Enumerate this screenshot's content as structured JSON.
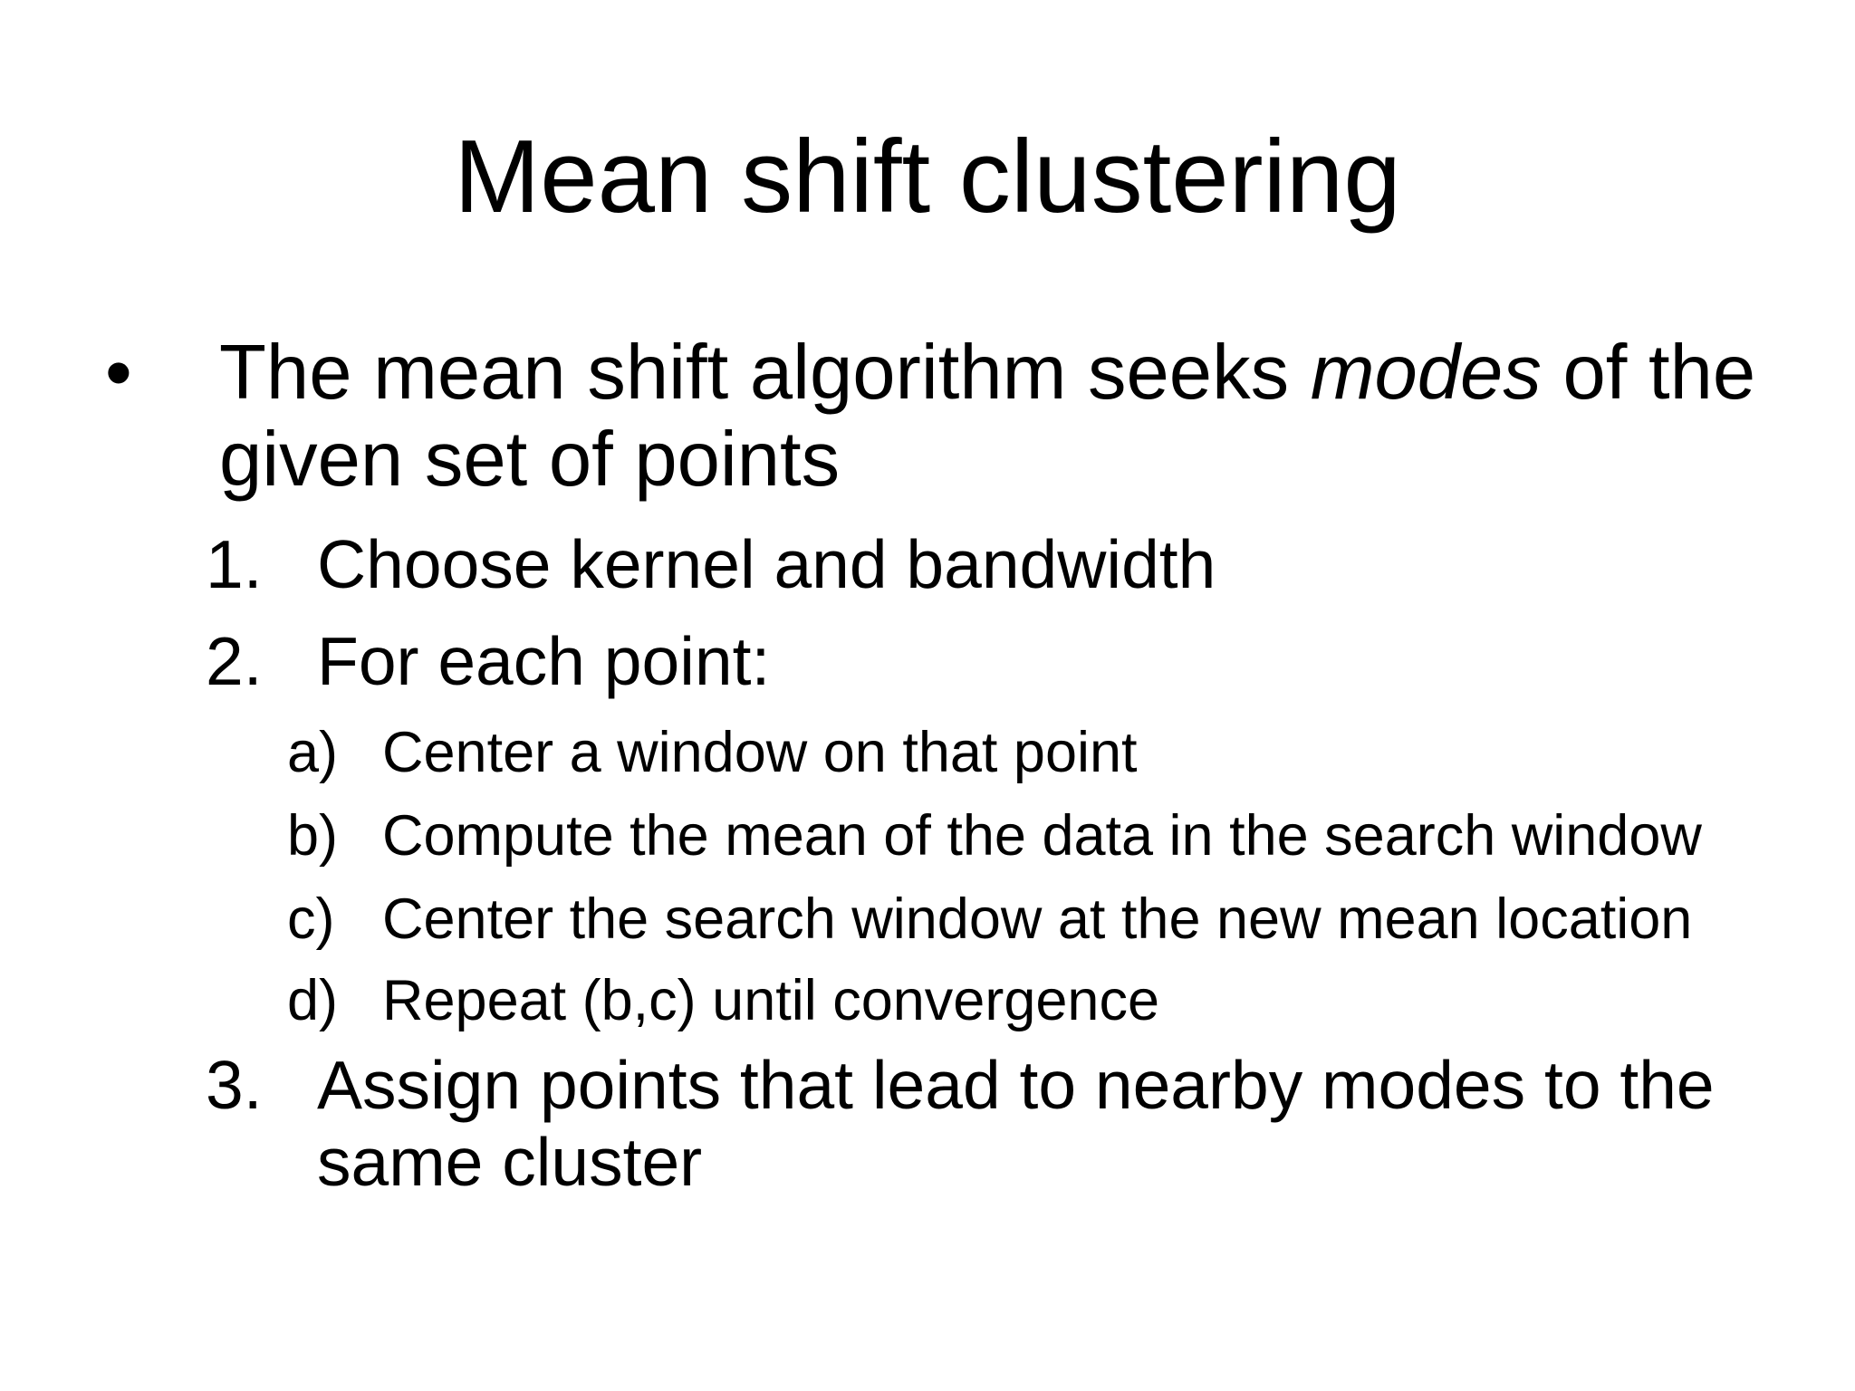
{
  "slide": {
    "title": "Mean shift clustering",
    "colors": {
      "background": "#ffffff",
      "text": "#000000"
    },
    "bullet": {
      "marker": "•",
      "line1": {
        "pre": "The mean shift algorithm seeks ",
        "italic": "modes",
        "post": " of the"
      },
      "line2": "given set of points"
    },
    "steps": [
      {
        "marker": "1.",
        "text": "Choose kernel and bandwidth"
      },
      {
        "marker": "2.",
        "text": "For each point:"
      },
      {
        "marker": "3.",
        "line1": "Assign points that lead to nearby modes to the",
        "line2": "same cluster"
      }
    ],
    "substeps": [
      {
        "marker": "a)",
        "text": "Center a window on that point"
      },
      {
        "marker": "b)",
        "text": "Compute the mean of the data in the search window"
      },
      {
        "marker": "c)",
        "text": "Center the search window at the new mean location"
      },
      {
        "marker": "d)",
        "text": "Repeat (b,c) until convergence"
      }
    ]
  }
}
